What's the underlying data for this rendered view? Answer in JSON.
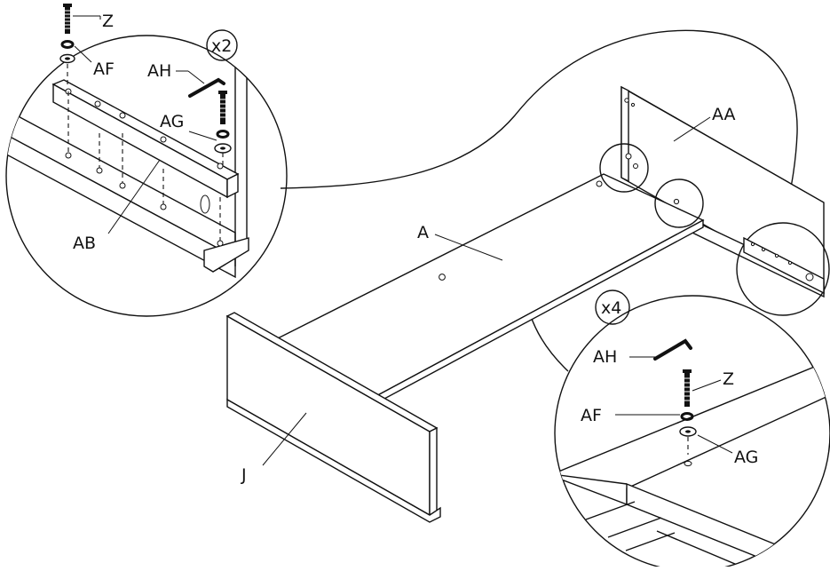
{
  "labels": {
    "Z_top": "Z",
    "AF_top": "AF",
    "AH_top": "AH",
    "AG_top": "AG",
    "AB": "AB",
    "A": "A",
    "AA": "AA",
    "J": "J",
    "AH_bottom": "AH",
    "Z_bottom": "Z",
    "AF_bottom": "AF",
    "AG_bottom": "AG"
  },
  "quantities": {
    "top_detail": "x2",
    "bottom_detail": "x4"
  },
  "colors": {
    "line": "#111111",
    "background": "#ffffff"
  }
}
